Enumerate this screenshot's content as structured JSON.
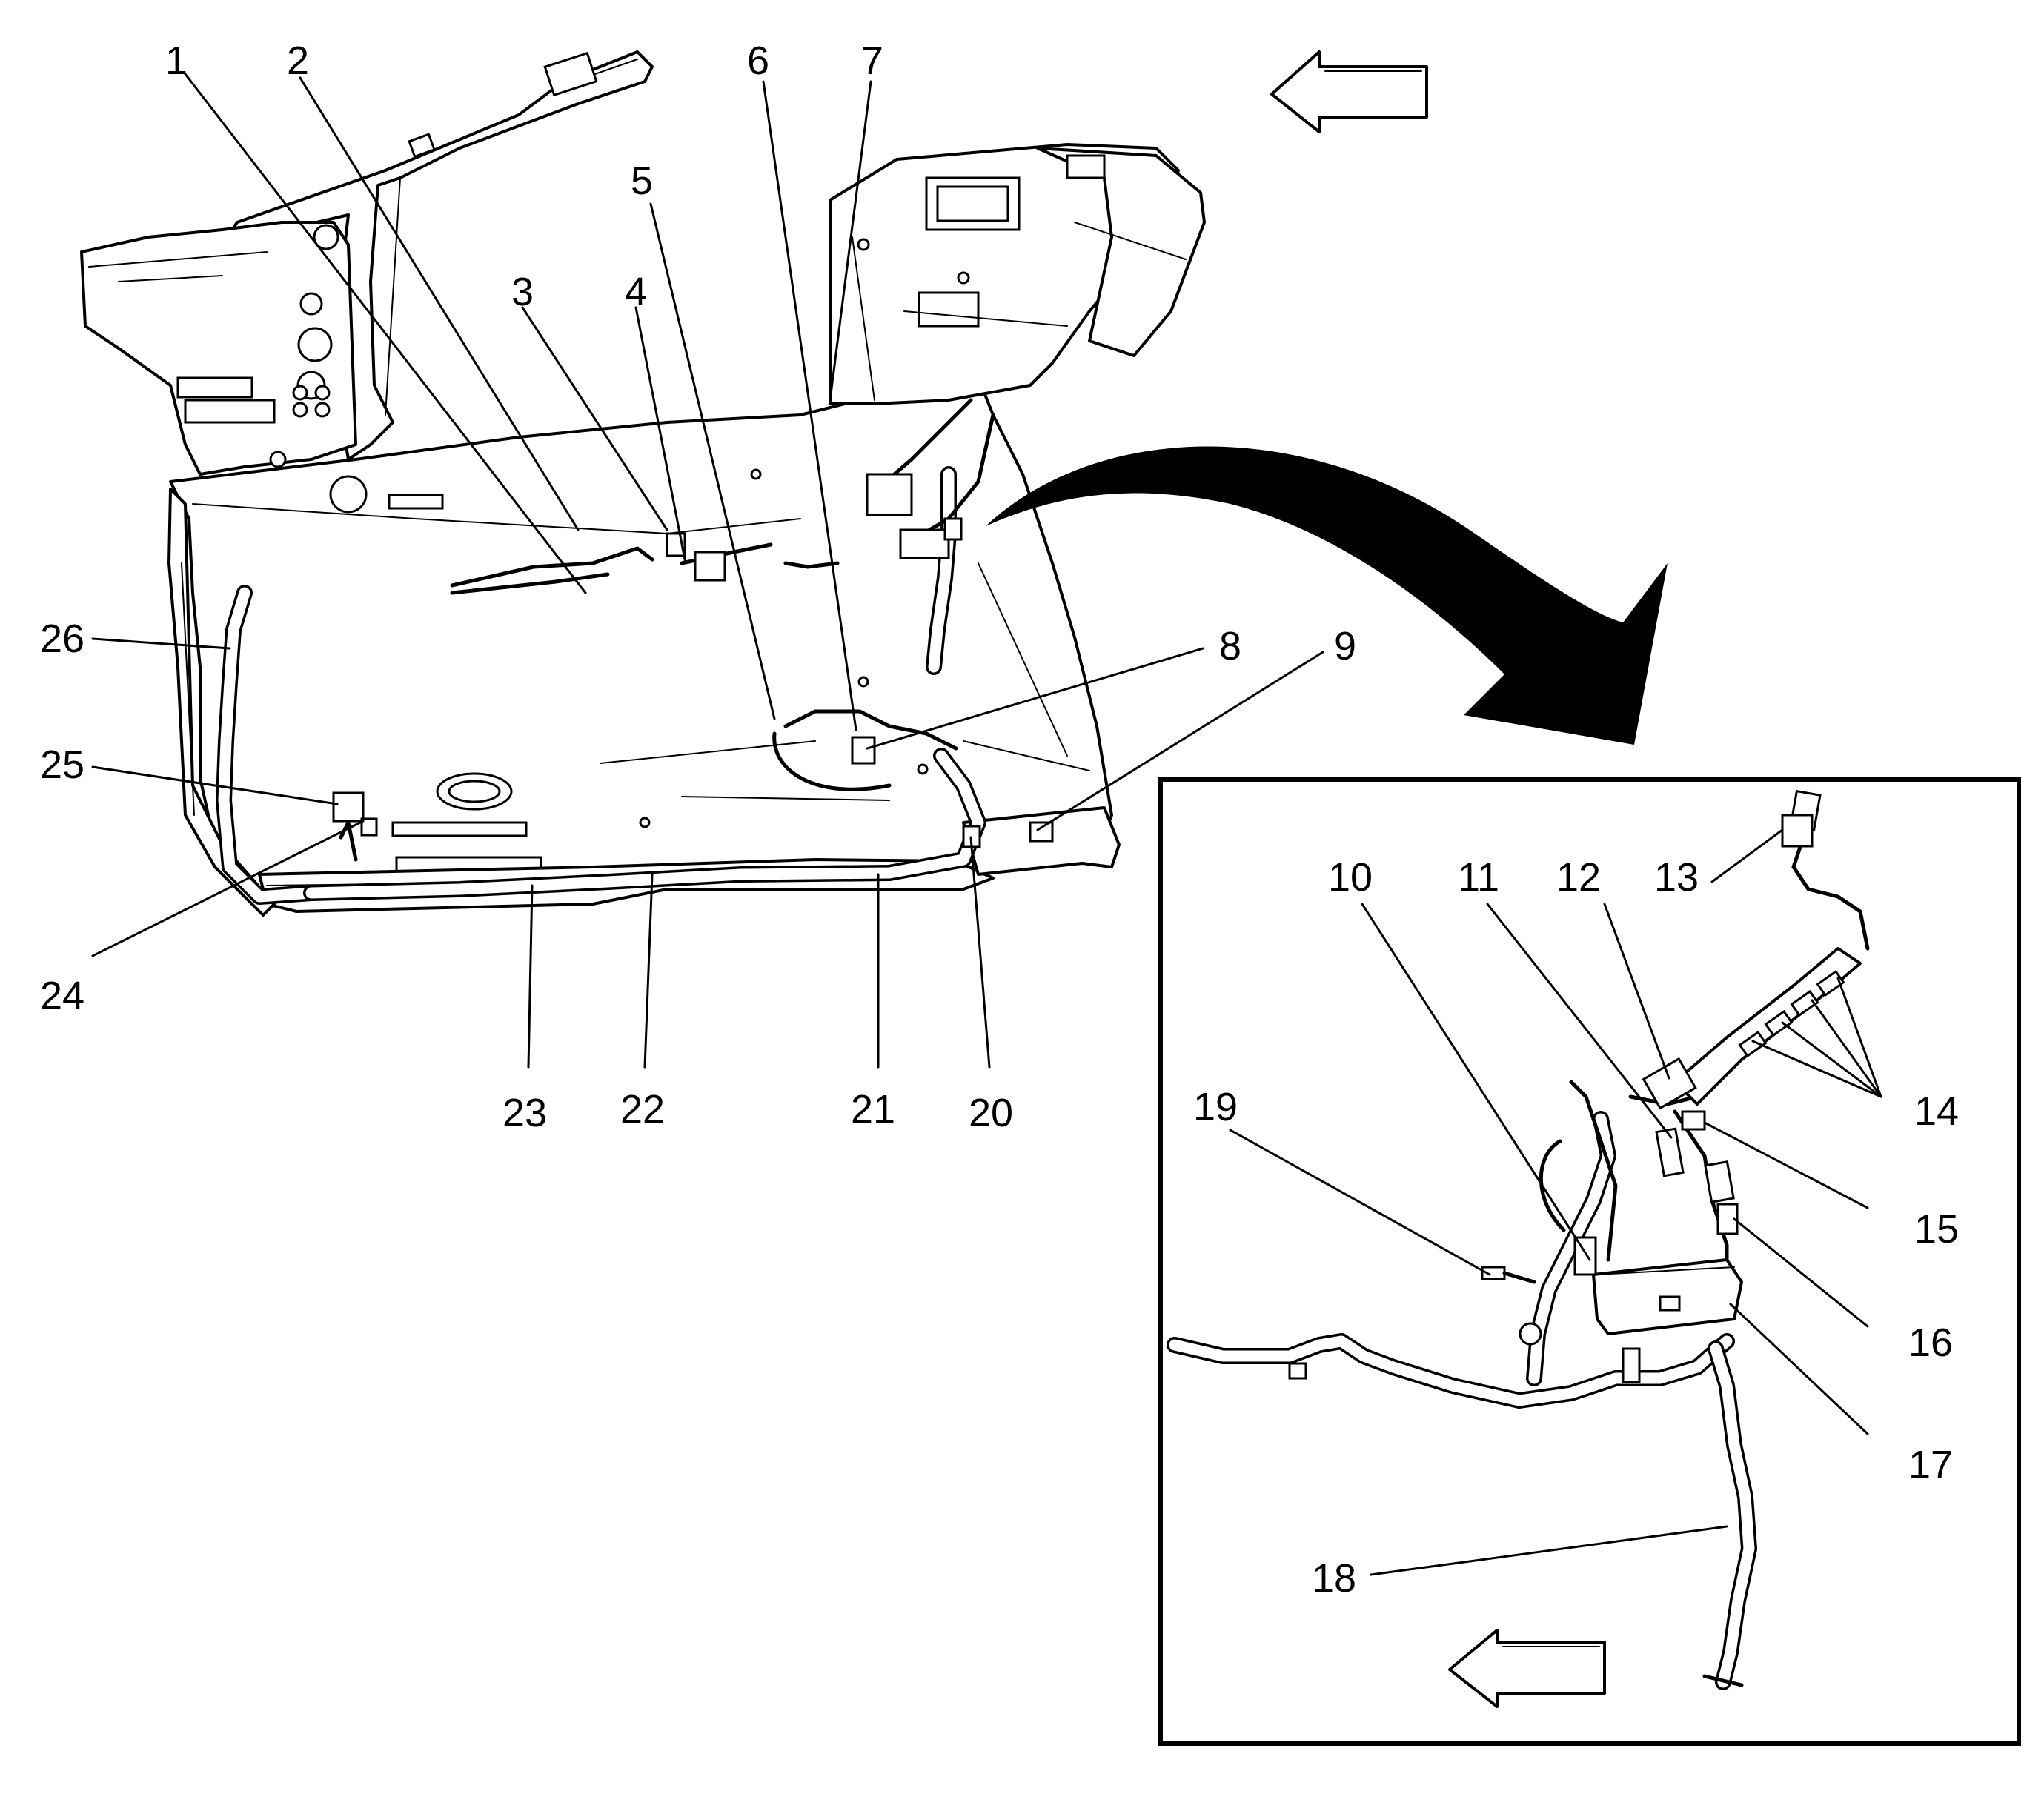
{
  "callouts": [
    {
      "id": "c1",
      "label": "1"
    },
    {
      "id": "c2",
      "label": "2"
    },
    {
      "id": "c3",
      "label": "3"
    },
    {
      "id": "c4",
      "label": "4"
    },
    {
      "id": "c5",
      "label": "5"
    },
    {
      "id": "c6",
      "label": "6"
    },
    {
      "id": "c7",
      "label": "7"
    },
    {
      "id": "c8",
      "label": "8"
    },
    {
      "id": "c9",
      "label": "9"
    },
    {
      "id": "c10",
      "label": "10"
    },
    {
      "id": "c11",
      "label": "11"
    },
    {
      "id": "c12",
      "label": "12"
    },
    {
      "id": "c13",
      "label": "13"
    },
    {
      "id": "c14",
      "label": "14"
    },
    {
      "id": "c15",
      "label": "15"
    },
    {
      "id": "c16",
      "label": "16"
    },
    {
      "id": "c17",
      "label": "17"
    },
    {
      "id": "c18",
      "label": "18"
    },
    {
      "id": "c19",
      "label": "19"
    },
    {
      "id": "c20",
      "label": "20"
    },
    {
      "id": "c21",
      "label": "21"
    },
    {
      "id": "c22",
      "label": "22"
    },
    {
      "id": "c23",
      "label": "23"
    },
    {
      "id": "c24",
      "label": "24"
    },
    {
      "id": "c25",
      "label": "25"
    },
    {
      "id": "c26",
      "label": "26"
    }
  ],
  "icons": {
    "direction_arrow_main": "left-arrow-icon",
    "direction_arrow_inset": "left-arrow-icon",
    "detail_arrow": "curved-arrow-icon"
  },
  "colors": {
    "line": "#000000",
    "background": "#ffffff"
  }
}
